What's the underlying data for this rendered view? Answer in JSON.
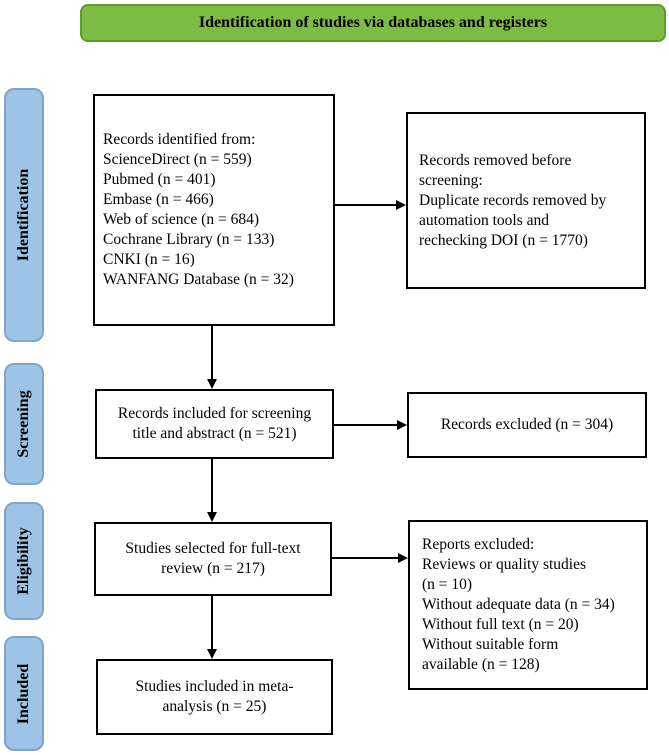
{
  "header": {
    "title": "Identification of studies via databases and registers"
  },
  "phases": {
    "identification": "Identification",
    "screening": "Screening",
    "eligibility": "Eligibility",
    "included": "Included"
  },
  "identified": {
    "heading": "Records identified from:",
    "sources": [
      "ScienceDirect (n = 559)",
      "Pubmed (n = 401)",
      "Embase (n = 466)",
      "Web of science (n = 684)",
      "Cochrane Library (n = 133)",
      "CNKI (n = 16)",
      "WANFANG Database (n = 32)"
    ]
  },
  "removed": {
    "lines": [
      "Records removed before",
      "screening:",
      "Duplicate records removed by",
      "automation tools and",
      "rechecking DOI (n = 1770)"
    ]
  },
  "screening": {
    "lines": [
      "Records included for screening",
      "title and abstract (n = 521)"
    ]
  },
  "excluded": {
    "text": "Records excluded (n = 304)"
  },
  "fulltext": {
    "lines": [
      "Studies selected for full-text",
      "review (n = 217)"
    ]
  },
  "reports_excluded": {
    "lines": [
      "Reports excluded:",
      "Reviews or quality studies",
      "(n = 10)",
      "Without adequate data (n = 34)",
      "Without full text (n = 20)",
      "Without suitable form",
      "available (n = 128)"
    ]
  },
  "included": {
    "lines": [
      "Studies included in meta-",
      "analysis (n = 25)"
    ]
  }
}
